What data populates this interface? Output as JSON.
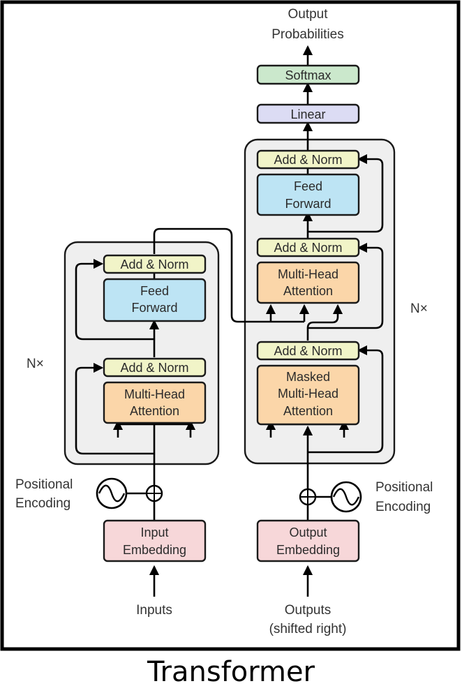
{
  "caption": "Transformer",
  "colors": {
    "background": "#ffffff",
    "stack": "#efefef",
    "add_norm": "#f1f4c8",
    "feed_forward": "#bde4f4",
    "attention": "#fbd6a9",
    "embedding": "#f7d7d9",
    "linear": "#dcdcf4",
    "softmax": "#cbe8cc"
  },
  "output": {
    "label_line1": "Output",
    "label_line2": "Probabilities",
    "softmax": "Softmax",
    "linear": "Linear"
  },
  "encoder": {
    "repeat": "N×",
    "add_norm_top": "Add & Norm",
    "ff_line1": "Feed",
    "ff_line2": "Forward",
    "add_norm_bottom": "Add & Norm",
    "mha_line1": "Multi-Head",
    "mha_line2": "Attention",
    "pos_line1": "Positional",
    "pos_line2": "Encoding",
    "emb_line1": "Input",
    "emb_line2": "Embedding",
    "input_label": "Inputs"
  },
  "decoder": {
    "repeat": "N×",
    "add_norm_top": "Add & Norm",
    "ff_line1": "Feed",
    "ff_line2": "Forward",
    "add_norm_mid": "Add & Norm",
    "mha_line1": "Multi-Head",
    "mha_line2": "Attention",
    "add_norm_bottom": "Add & Norm",
    "masked_line1": "Masked",
    "masked_line2": "Multi-Head",
    "masked_line3": "Attention",
    "pos_line1": "Positional",
    "pos_line2": "Encoding",
    "emb_line1": "Output",
    "emb_line2": "Embedding",
    "output_line1": "Outputs",
    "output_line2": "(shifted right)"
  }
}
